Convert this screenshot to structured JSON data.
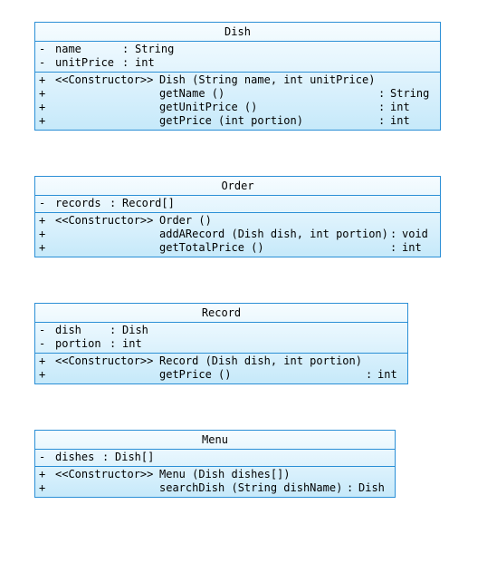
{
  "classes": [
    {
      "name": "Dish",
      "attributes": [
        {
          "vis": "-",
          "name": "name",
          "sep": ":",
          "type": "String"
        },
        {
          "vis": "-",
          "name": "unitPrice",
          "sep": ":",
          "type": "int"
        }
      ],
      "operations": [
        {
          "vis": "+",
          "stereotype": "<<Constructor>>",
          "sig": "Dish (String name, int unitPrice)",
          "sep": "",
          "ret": ""
        },
        {
          "vis": "+",
          "stereotype": "",
          "sig": "getName ()",
          "sep": ":",
          "ret": "String"
        },
        {
          "vis": "+",
          "stereotype": "",
          "sig": "getUnitPrice ()",
          "sep": ":",
          "ret": "int"
        },
        {
          "vis": "+",
          "stereotype": "",
          "sig": "getPrice (int portion)",
          "sep": ":",
          "ret": "int"
        }
      ]
    },
    {
      "name": "Order",
      "attributes": [
        {
          "vis": "-",
          "name": "records",
          "sep": ":",
          "type": "Record[]"
        }
      ],
      "operations": [
        {
          "vis": "+",
          "stereotype": "<<Constructor>>",
          "sig": "Order ()",
          "sep": "",
          "ret": ""
        },
        {
          "vis": "+",
          "stereotype": "",
          "sig": "addARecord (Dish dish, int portion)",
          "sep": ":",
          "ret": "void"
        },
        {
          "vis": "+",
          "stereotype": "",
          "sig": "getTotalPrice ()",
          "sep": ":",
          "ret": "int"
        }
      ]
    },
    {
      "name": "Record",
      "attributes": [
        {
          "vis": "-",
          "name": "dish",
          "sep": ":",
          "type": "Dish"
        },
        {
          "vis": "-",
          "name": "portion",
          "sep": ":",
          "type": "int"
        }
      ],
      "operations": [
        {
          "vis": "+",
          "stereotype": "<<Constructor>>",
          "sig": "Record (Dish dish, int portion)",
          "sep": "",
          "ret": ""
        },
        {
          "vis": "+",
          "stereotype": "",
          "sig": "getPrice ()",
          "sep": ":",
          "ret": "int"
        }
      ]
    },
    {
      "name": "Menu",
      "attributes": [
        {
          "vis": "-",
          "name": "dishes",
          "sep": ":",
          "type": "Dish[]"
        }
      ],
      "operations": [
        {
          "vis": "+",
          "stereotype": "<<Constructor>>",
          "sig": "Menu (Dish dishes[])",
          "sep": "",
          "ret": ""
        },
        {
          "vis": "+",
          "stereotype": "",
          "sig": "searchDish (String dishName)",
          "sep": ":",
          "ret": "Dish"
        }
      ]
    }
  ]
}
